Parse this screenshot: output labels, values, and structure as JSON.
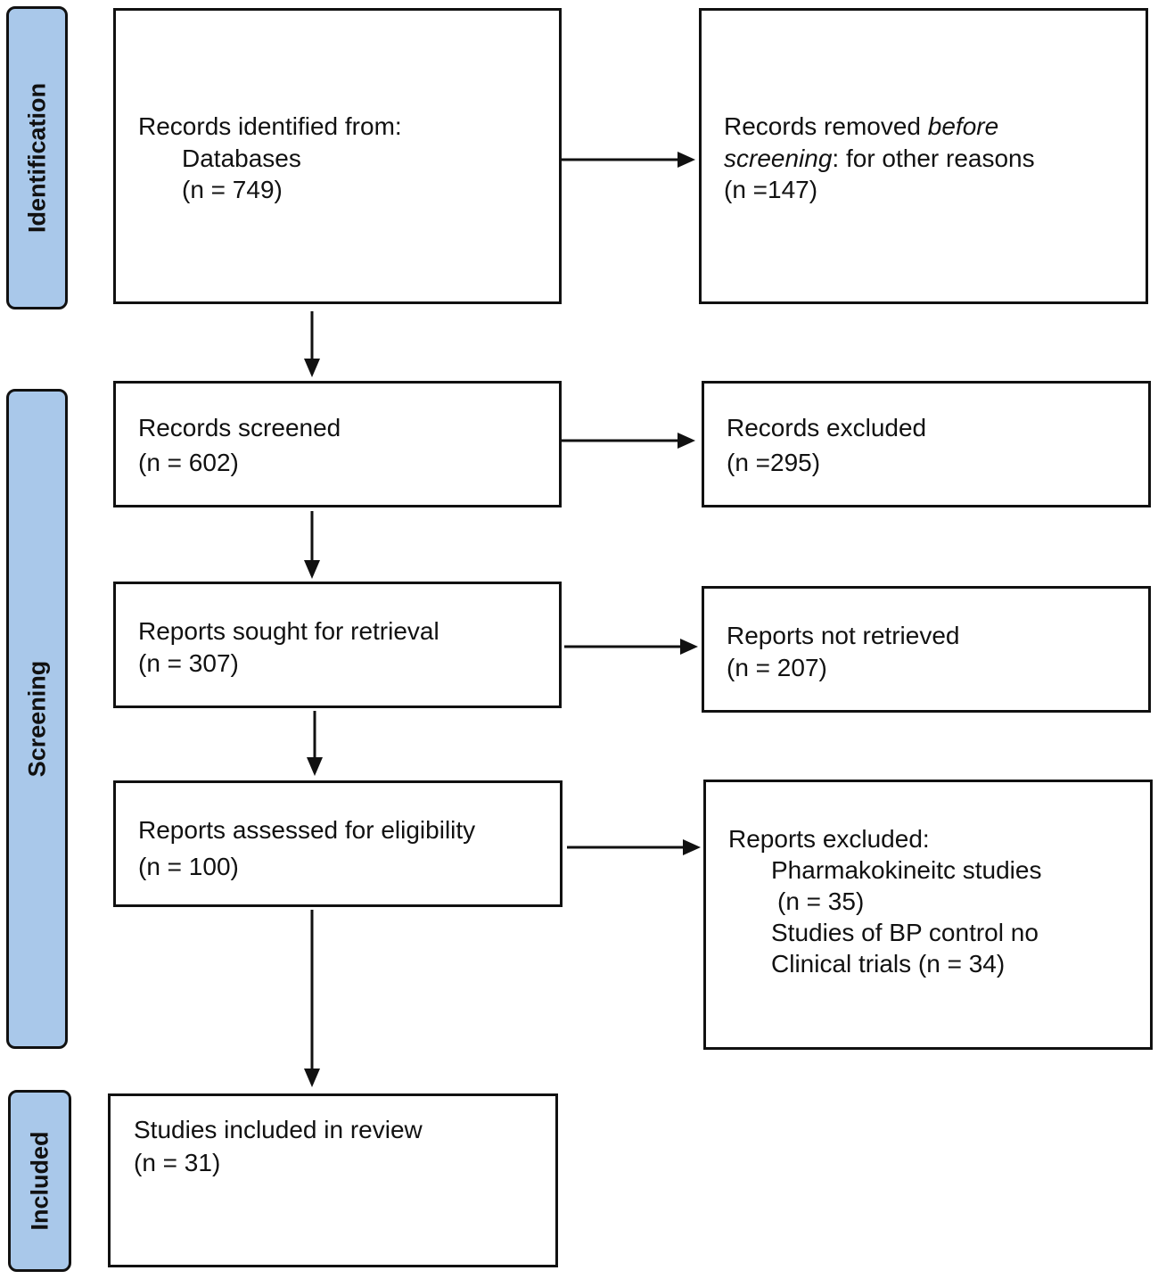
{
  "stages": {
    "identification": "Identification",
    "screening": "Screening",
    "included": "Included"
  },
  "identified": {
    "line1": "Records identified from:",
    "line2": "Databases",
    "line3": "(n = 749)"
  },
  "removed": {
    "prefix": "Records removed ",
    "italic1": "before",
    "italic2": "screening",
    "suffix": ": for other reasons",
    "line3": "(n =147)"
  },
  "screened": {
    "line1": "Records screened",
    "line2": "(n = 602)"
  },
  "excluded": {
    "line1": "Records excluded",
    "line2": "(n =295)"
  },
  "sought": {
    "line1": "Reports sought for retrieval",
    "line2": "(n = 307)"
  },
  "not_retrieved": {
    "line1": "Reports not retrieved",
    "line2": "(n = 207)"
  },
  "assessed": {
    "line1": "Reports assessed for eligibility",
    "line2": "(n = 100)"
  },
  "reports_excluded": {
    "line1": "Reports excluded:",
    "line2": "Pharmakokineitc studies",
    "line3": "(n = 35)",
    "line4": "Studies of BP control no",
    "line5": "Clinical trials (n = 34)"
  },
  "included_box": {
    "line1": "Studies included in review",
    "line2": "(n = 31)"
  }
}
